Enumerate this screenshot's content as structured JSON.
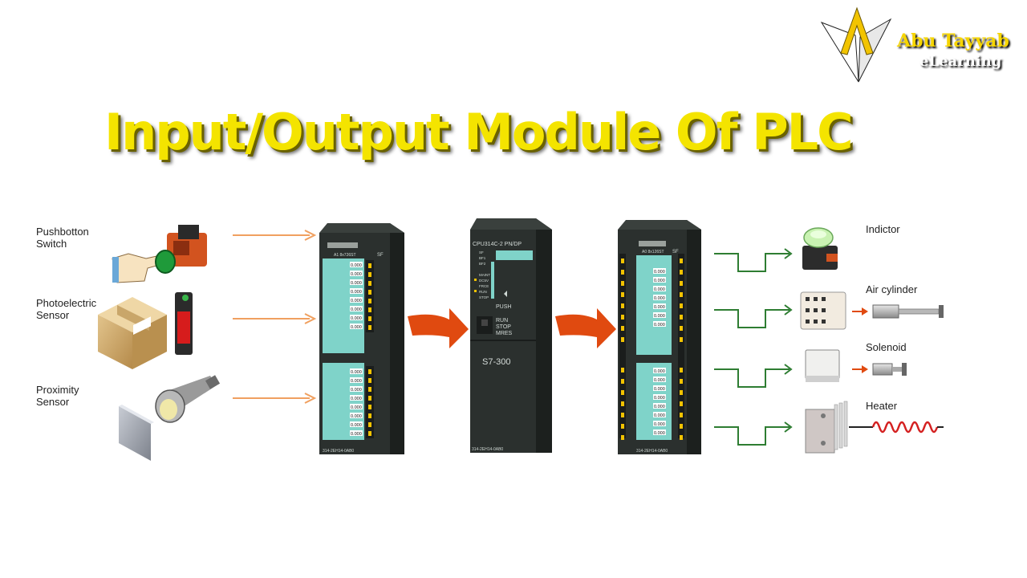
{
  "title": "Input/Output Module Of PLC",
  "logo": {
    "line1": "Abu Tayyab",
    "line2": "eLearning"
  },
  "inputs": [
    {
      "line1": "Pushbotton",
      "line2": "Switch",
      "icon": "pushbutton-switch-icon"
    },
    {
      "line1": "Photoelectric",
      "line2": "Sensor",
      "icon": "photoelectric-sensor-icon"
    },
    {
      "line1": "Proximity",
      "line2": "Sensor",
      "icon": "proximity-sensor-icon"
    }
  ],
  "outputs": [
    {
      "label": "Indictor",
      "icon": "indicator-lamp-icon"
    },
    {
      "label": "Air cylinder",
      "icon": "air-cylinder-icon"
    },
    {
      "label": "Solenoid",
      "icon": "solenoid-icon"
    },
    {
      "label": "Heater",
      "icon": "heater-coil-icon"
    }
  ],
  "input_module": {
    "header": "A1 8x726ST",
    "sf": "SF",
    "part": "314-2EH14-0AB0",
    "value": "0.000"
  },
  "cpu": {
    "model": "CPU314C-2 PN/DP",
    "leds": [
      "SF",
      "BF1",
      "BF2",
      "",
      "MAINT",
      "DC5V",
      "FRCE",
      "RUN",
      "STOP"
    ],
    "push": "PUSH",
    "modes": [
      "RUN",
      "STOP",
      "MRES"
    ],
    "name": "S7-300",
    "part": "314-2EH14-0AB0"
  },
  "output_module": {
    "header": "A0 8x126ST",
    "sf": "SF",
    "part": "314-2EH14-0AB0",
    "value": "0.000"
  },
  "colors": {
    "title": "#f4e400",
    "input_arrow": "#f0a060",
    "flow_arrow": "#e04a10",
    "output_signal": "#2e7d32",
    "module_window": "#7fd3c9",
    "module_body": "#2b302e"
  }
}
